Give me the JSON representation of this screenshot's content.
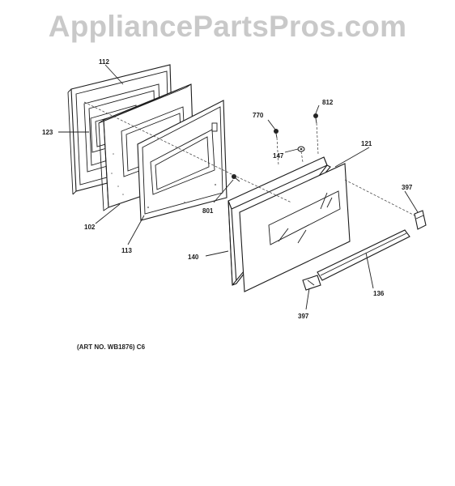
{
  "watermark": "AppliancePartsPros.com",
  "art_number": "(ART NO. WB1876) C6",
  "callouts": {
    "c112": "112",
    "c123": "123",
    "c102": "102",
    "c113": "113",
    "c801": "801",
    "c770": "770",
    "c812": "812",
    "c147": "147",
    "c121": "121",
    "c140": "140",
    "c397_top": "397",
    "c136": "136",
    "c397_bottom": "397"
  }
}
